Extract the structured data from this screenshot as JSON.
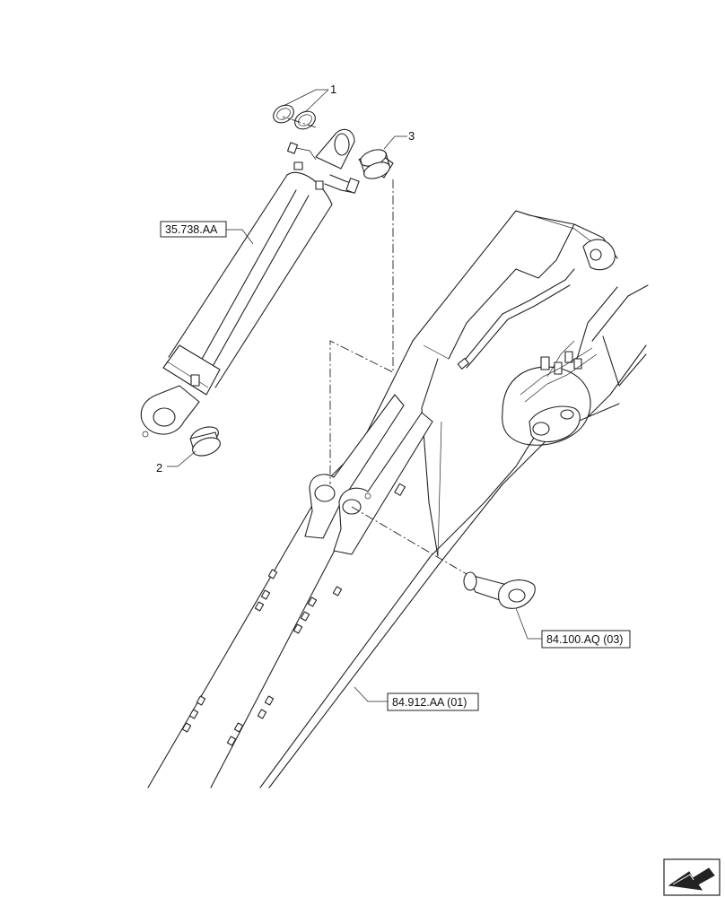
{
  "callouts": {
    "item_1": "1",
    "item_2": "2",
    "item_3": "3"
  },
  "references": {
    "cylinder": "35.738.AA",
    "pin": "84.100.AQ (03)",
    "boom": "84.912.AA (01)"
  },
  "icons": {
    "navigation": "arrow-icon"
  }
}
